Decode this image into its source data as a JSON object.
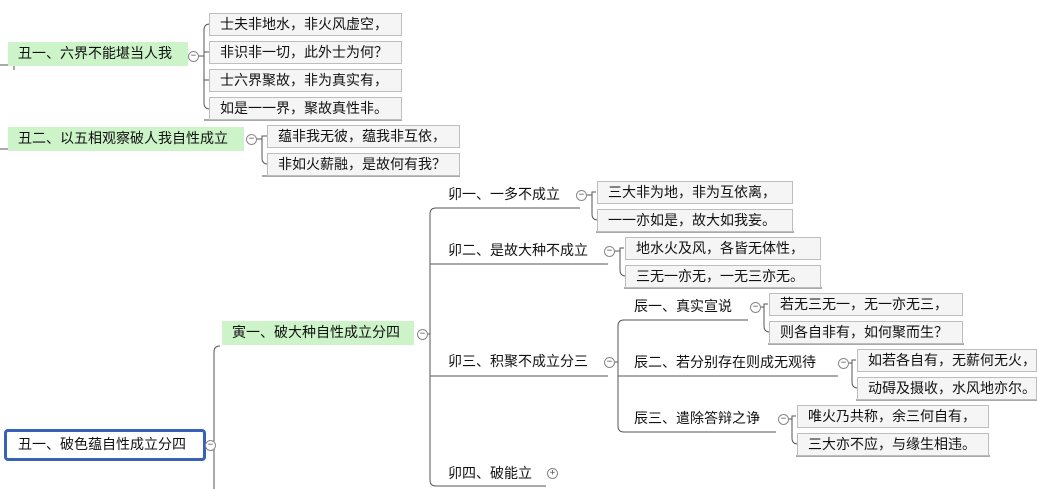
{
  "mindmap": {
    "chou1_six_realms": {
      "topic": "丑一、六界不能堪当人我",
      "leaves": [
        "士夫非地水，非火风虚空，",
        "非识非一切，此外士为何？",
        "士六界聚故，非为真实有，",
        "如是一一界，聚故真性非。"
      ]
    },
    "chou2_five_aspects": {
      "topic": "丑二、以五相观察破人我自性成立",
      "leaves": [
        "蕴非我无彼，蕴我非互依，",
        "非如火薪融，是故何有我？"
      ]
    },
    "chou1_refute_form": {
      "topic": "丑一、破色蕴自性成立分四"
    },
    "yin1": {
      "topic": "寅一、破大种自性成立分四"
    },
    "mao1": {
      "topic": "卯一、一多不成立",
      "leaves": [
        "三大非为地，非为互依离，",
        "一一亦如是，故大如我妄。"
      ]
    },
    "mao2": {
      "topic": "卯二、是故大种不成立",
      "leaves": [
        "地水火及风，各皆无体性，",
        "三无一亦无，一无三亦无。"
      ]
    },
    "mao3": {
      "topic": "卯三、积聚不成立分三"
    },
    "chen1": {
      "topic": "辰一、真实宣说",
      "leaves": [
        "若无三无一，无一亦无三，",
        "则各自非有，如何聚而生？"
      ]
    },
    "chen2": {
      "topic": "辰二、若分别存在则成无观待",
      "leaves": [
        "如若各自有，无薪何无火，",
        "动碍及摄收，水风地亦尔。"
      ]
    },
    "chen3": {
      "topic": "辰三、遣除答辩之诤",
      "leaves": [
        "唯火乃共称，余三何自有，",
        "三大亦不应，与缘生相违。"
      ]
    },
    "mao4": {
      "topic": "卯四、破能立"
    },
    "toggle_symbols": {
      "collapse": "−",
      "expand": "+"
    }
  }
}
